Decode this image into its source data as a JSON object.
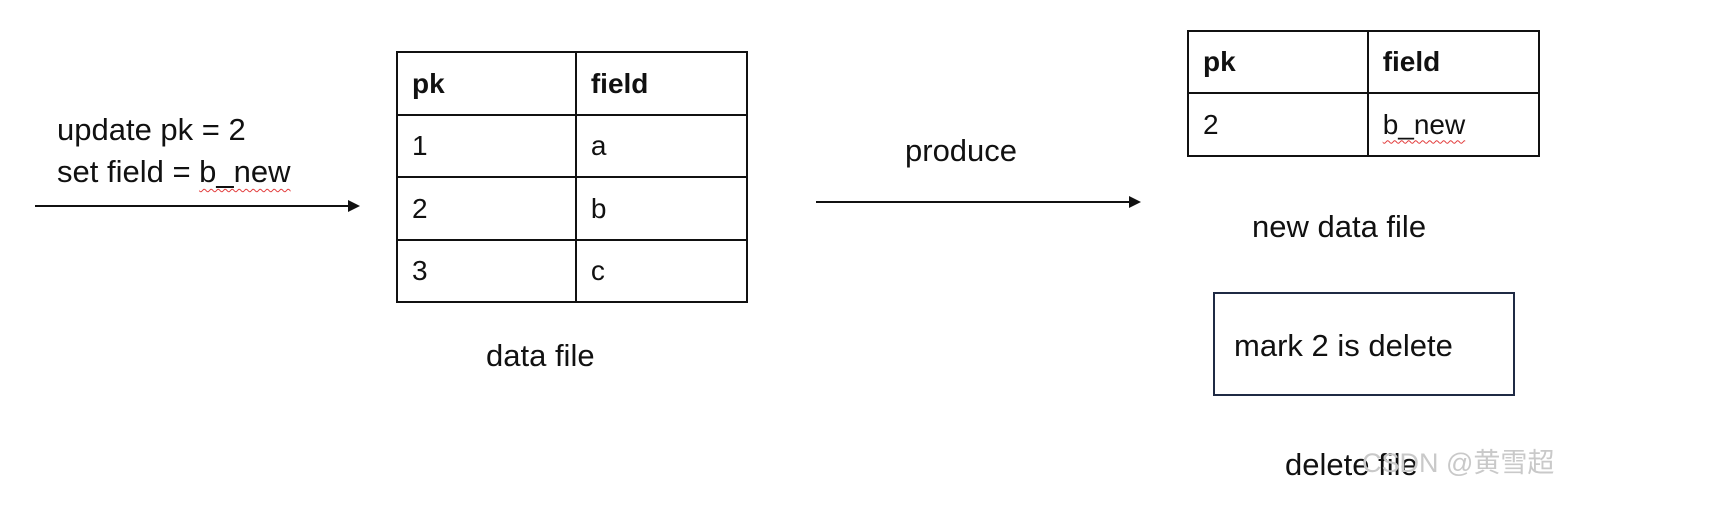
{
  "update_command": {
    "line1": "update pk = 2",
    "line2_prefix": "set field = ",
    "line2_value": "b_new"
  },
  "data_file": {
    "headers": [
      "pk",
      "field"
    ],
    "rows": [
      [
        "1",
        "a"
      ],
      [
        "2",
        "b"
      ],
      [
        "3",
        "c"
      ]
    ],
    "caption": "data file"
  },
  "produce_label": "produce",
  "new_data_file": {
    "headers": [
      "pk",
      "field"
    ],
    "rows": [
      [
        "2",
        "b_new"
      ]
    ],
    "caption": "new data file"
  },
  "delete_file": {
    "box_text": "mark 2 is delete",
    "caption": "delete file"
  },
  "watermark": "CSDN @黄雪超"
}
